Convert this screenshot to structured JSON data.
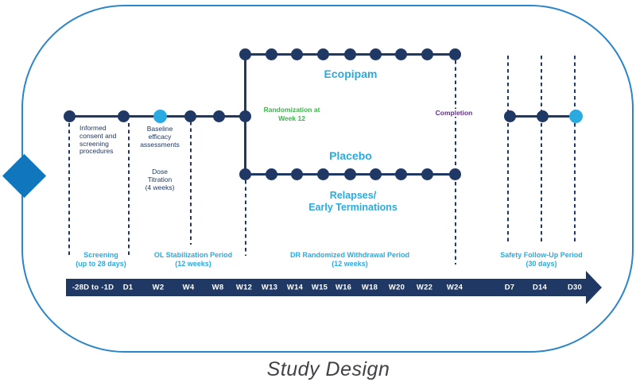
{
  "title": "Study Design",
  "colors": {
    "navy": "#1F3964",
    "light_blue": "#29ABE2",
    "green": "#3AB54A",
    "purple": "#662D91",
    "frame_border": "#2B85C9",
    "diamond": "#1177BD",
    "bar_text": "#FFFFFF",
    "title_text": "#414147"
  },
  "annotations": {
    "informed_consent": [
      "Informed",
      "consent and",
      "screening",
      "procedures"
    ],
    "baseline_efficacy": [
      "Baseline",
      "efficacy",
      "assessments"
    ],
    "dose_titration": [
      "Dose",
      "Titration",
      "(4 weeks)"
    ]
  },
  "arms": {
    "ecopipam": "Ecopipam",
    "placebo": "Placebo",
    "relapses": [
      "Relapses/",
      "Early Terminations"
    ]
  },
  "milestones": {
    "randomization": [
      "Randomization at",
      "Week 12"
    ],
    "completion": "Completion"
  },
  "periods": [
    {
      "name": "Screening",
      "duration": "(up to 28 days)"
    },
    {
      "name": "OL Stabilization Period",
      "duration": "(12 weeks)"
    },
    {
      "name": "DR Randomized Withdrawal Period",
      "duration": "(12 weeks)"
    },
    {
      "name": "Safety Follow-Up Period",
      "duration": "(30 days)"
    }
  ],
  "timeline": {
    "ticks": [
      "-28D to -1D",
      "D1",
      "W2",
      "W4",
      "W8",
      "W12",
      "W13",
      "W14",
      "W15",
      "W16",
      "W18",
      "W20",
      "W22",
      "W24",
      "D7",
      "D14",
      "D30"
    ]
  }
}
